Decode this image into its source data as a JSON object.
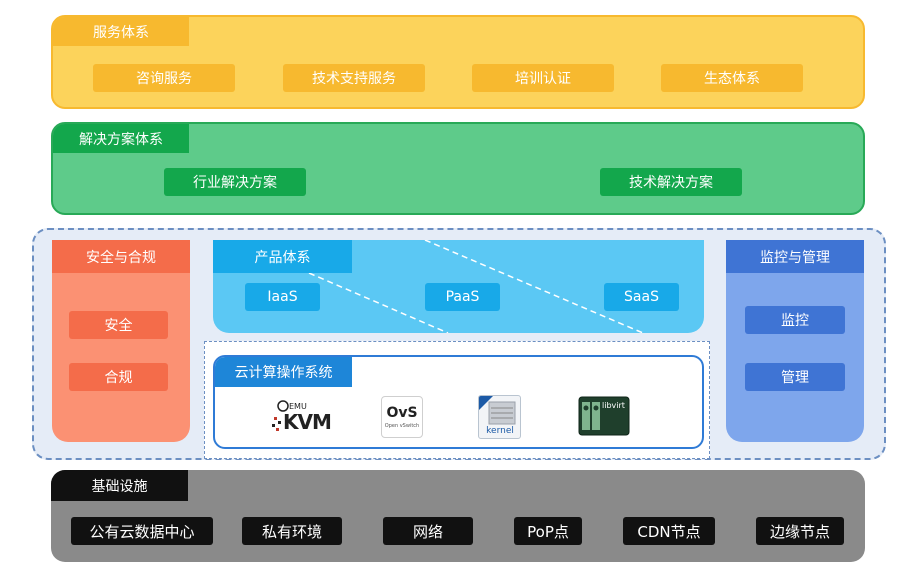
{
  "service": {
    "title": "服务体系",
    "items": [
      "咨询服务",
      "技术支持服务",
      "培训认证",
      "生态体系"
    ]
  },
  "solution": {
    "title": "解决方案体系",
    "items": [
      "行业解决方案",
      "技术解决方案"
    ]
  },
  "security": {
    "title": "安全与合规",
    "items": [
      "安全",
      "合规"
    ]
  },
  "product": {
    "title": "产品体系",
    "items": [
      "IaaS",
      "PaaS",
      "SaaS"
    ]
  },
  "cloud_os": {
    "title": "云计算操作系统",
    "logos": [
      {
        "icon": "kvm-logo",
        "text": "KVM",
        "sub": "EMU"
      },
      {
        "icon": "openvswitch-logo",
        "text": "OvS",
        "sub": "Open vSwitch"
      },
      {
        "icon": "kernel-logo",
        "text": "kernel"
      },
      {
        "icon": "libvirt-logo",
        "text": "libvirt"
      }
    ]
  },
  "monitoring": {
    "title": "监控与管理",
    "items": [
      "监控",
      "管理"
    ]
  },
  "infrastructure": {
    "title": "基础设施",
    "items": [
      "公有云数据中心",
      "私有环境",
      "网络",
      "PoP点",
      "CDN节点",
      "边缘节点"
    ]
  },
  "colors": {
    "service": "#fcd35b",
    "service_accent": "#f7b92f",
    "solution": "#5ecb8a",
    "solution_accent": "#13a74c",
    "security": "#fb9173",
    "security_accent": "#f46c4a",
    "product": "#5bc8f4",
    "product_accent": "#18a9e8",
    "cloud_os_accent": "#1e86d8",
    "monitoring": "#7ea6ec",
    "monitoring_accent": "#3f74d4",
    "infrastructure": "#8a8a8a",
    "infrastructure_accent": "#111111"
  }
}
